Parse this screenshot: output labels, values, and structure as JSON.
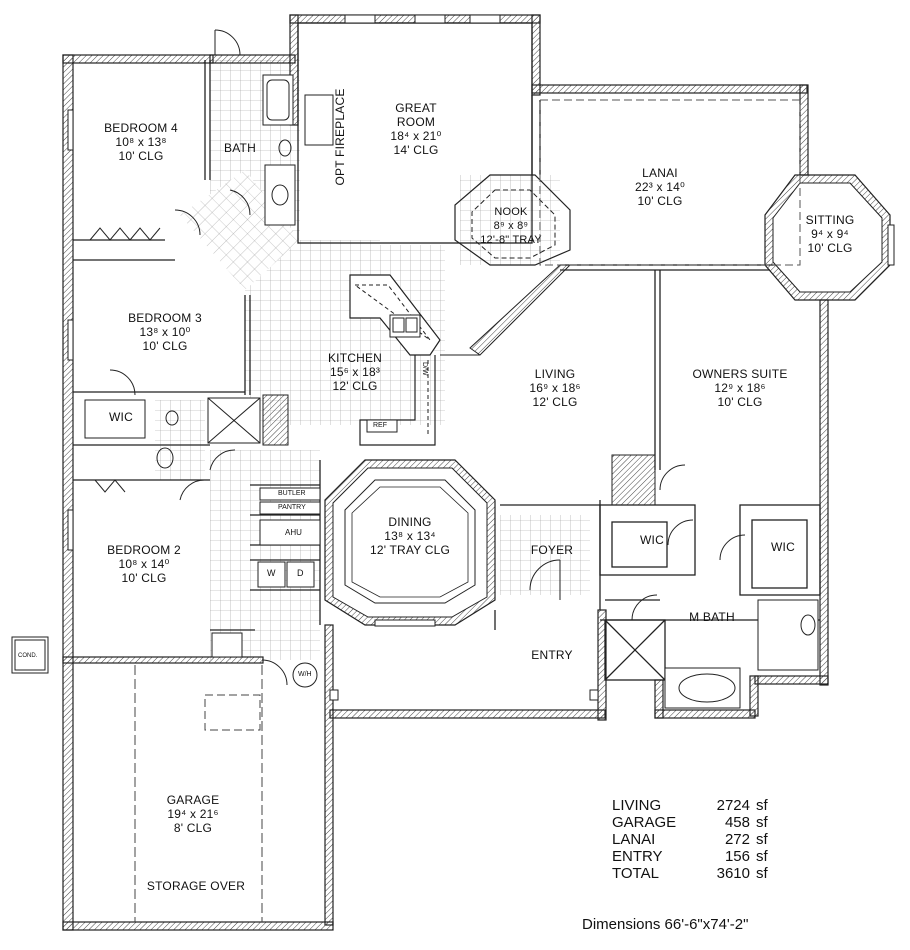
{
  "rooms": {
    "bedroom4": {
      "name": "BEDROOM 4",
      "dim": "10⁸ x 13⁸",
      "clg": "10' CLG"
    },
    "bath": {
      "name": "BATH"
    },
    "great_room": {
      "name1": "GREAT",
      "name2": "ROOM",
      "dim": "18⁴ x 21⁰",
      "clg": "14' CLG"
    },
    "fireplace": {
      "name": "OPT FIREPLACE"
    },
    "nook": {
      "name": "NOOK",
      "dim": "8⁹ x 8⁹",
      "clg": "12'-8\" TRAY"
    },
    "lanai": {
      "name": "LANAI",
      "dim": "22³ x 14⁰",
      "clg": "10' CLG"
    },
    "sitting": {
      "name": "SITTING",
      "dim": "9⁴ x 9⁴",
      "clg": "10' CLG"
    },
    "bedroom3": {
      "name": "BEDROOM 3",
      "dim": "13⁸ x 10⁰",
      "clg": "10' CLG"
    },
    "kitchen": {
      "name": "KITCHEN",
      "dim": "15⁶ x 18³",
      "clg": "12' CLG"
    },
    "living": {
      "name": "LIVING",
      "dim": "16⁹ x 18⁶",
      "clg": "12' CLG"
    },
    "owners_suite": {
      "name": "OWNERS SUITE",
      "dim": "12⁹ x 18⁶",
      "clg": "10' CLG"
    },
    "wic_bed3": {
      "name": "WIC"
    },
    "dining": {
      "name": "DINING",
      "dim": "13⁸ x 13⁴",
      "clg": "12' TRAY CLG"
    },
    "foyer": {
      "name": "FOYER"
    },
    "wic_owner1": {
      "name": "WIC"
    },
    "wic_owner2": {
      "name": "WIC"
    },
    "bedroom2": {
      "name": "BEDROOM 2",
      "dim": "10⁸ x 14⁰",
      "clg": "10' CLG"
    },
    "m_bath": {
      "name": "M BATH"
    },
    "entry": {
      "name": "ENTRY"
    },
    "garage": {
      "name": "GARAGE",
      "dim": "19⁴ x 21⁶",
      "clg": "8' CLG"
    },
    "storage": {
      "name": "STORAGE OVER"
    }
  },
  "fixtures": {
    "butler": "BUTLER",
    "pantry": "PANTRY",
    "ahu": "AHU",
    "washer": "W",
    "dryer": "D",
    "ref": "REF",
    "dw": "D/W",
    "wh": "W/H",
    "cond": "COND."
  },
  "area_table": [
    {
      "label": "LIVING",
      "value": "2724",
      "unit": "sf"
    },
    {
      "label": "GARAGE",
      "value": "458",
      "unit": "sf"
    },
    {
      "label": "LANAI",
      "value": "272",
      "unit": "sf"
    },
    {
      "label": "ENTRY",
      "value": "156",
      "unit": "sf"
    },
    {
      "label": "TOTAL",
      "value": "3610",
      "unit": "sf"
    }
  ],
  "dimensions": "Dimensions 66'-6\"x74'-2\""
}
